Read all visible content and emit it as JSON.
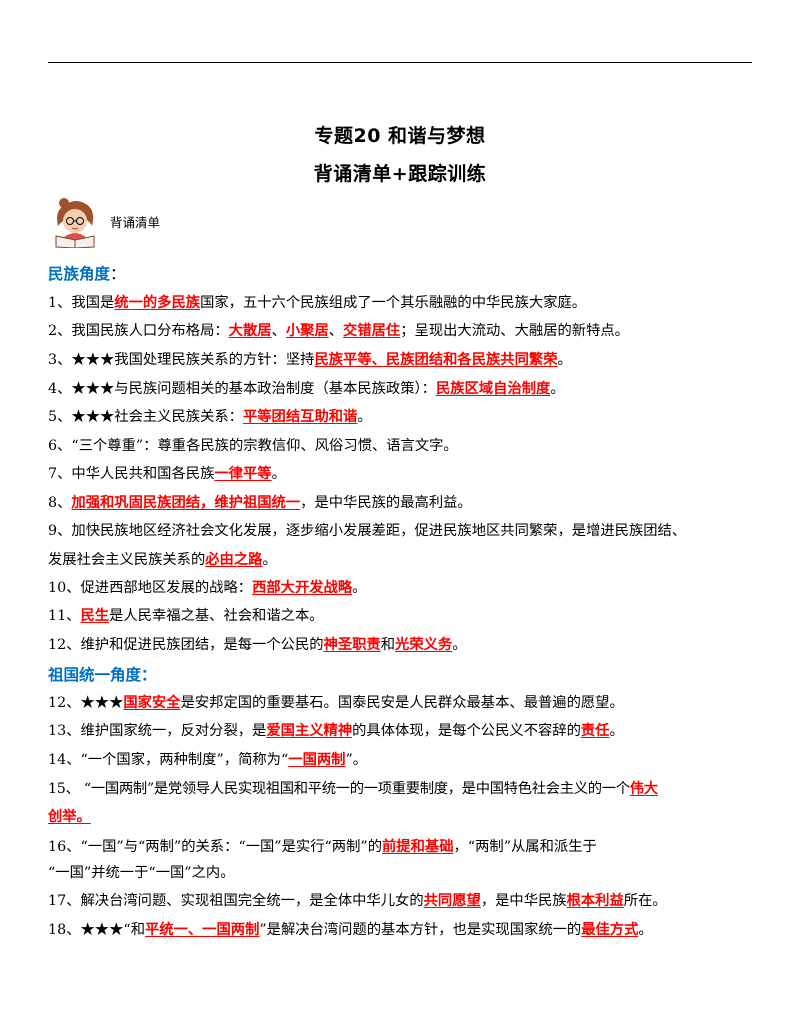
{
  "header": {
    "title_line1": "专题20  和谐与梦想",
    "title_line2": "背诵清单+跟踪训练",
    "section_tag": "背诵清单"
  },
  "sections": {
    "minzu": {
      "title": "民族角度",
      "colon": "："
    },
    "zuguo": {
      "title": "祖国统一角度："
    }
  },
  "items": {
    "l1": {
      "a": "1、我国是",
      "k1": "统一的多民族",
      "b": "国家，五十六个民族组成了一个其乐融融的中华民族大家庭。"
    },
    "l2": {
      "a": "2、我国民族人口分布格局：",
      "k1": "大散居",
      "b": "、",
      "k2": "小聚居",
      "c": "、",
      "k3": "交错居住",
      "d": "；呈现出大流动、大融居的新特点。"
    },
    "l3": {
      "a": "3、★★★我国处理民族关系的方针：坚持",
      "k1": "民族平等、民族团结和各民族共同繁荣",
      "b": "。"
    },
    "l4": {
      "a": "4、★★★与民族问题相关的基本政治制度（基本民族政策）：",
      "k1": "民族区域自治制度",
      "b": "。"
    },
    "l5": {
      "a": "5、★★★社会主义民族关系：",
      "k1": "平等团结互助和谐",
      "b": "。"
    },
    "l6": {
      "a": "6、“三个尊重”：尊重各民族的宗教信仰、风俗习惯、语言文字。"
    },
    "l7": {
      "a": "7、中华人民共和国各民族",
      "k1": "一律平等",
      "b": "。"
    },
    "l8": {
      "a": "8、",
      "k1": "加强和巩固民族团结，维护祖国统一",
      "b": "，是中华民族的最高利益。"
    },
    "l9a": {
      "a": "9、加快民族地区经济社会文化发展，逐步缩小发展差距，促进民族地区共同繁荣，是增进民族团结、"
    },
    "l9b": {
      "a": "发展社会主义民族关系的",
      "k1": "必由之路",
      "b": "。"
    },
    "l10": {
      "a": "10、促进西部地区发展的战略：",
      "k1": "西部大开发战略",
      "b": "。"
    },
    "l11": {
      "a": "11、",
      "k1": "民生",
      "b": "是人民幸福之基、社会和谐之本。"
    },
    "l12": {
      "a": "12、维护和促进民族团结，是每一个公民的",
      "k1": "神圣职责",
      "b": "和",
      "k2": "光荣义务",
      "c": "。"
    },
    "m12": {
      "a": "12、★★★",
      "k1": "国家安全",
      "b": "是安邦定国的重要基石。国泰民安是人民群众最基本、最普遍的愿望。"
    },
    "m13": {
      "a": "13、维护国家统一，反对分裂，是",
      "k1": "爱国主义精神",
      "b": "的具体体现，是每个公民义不容辞的",
      "k2": "责任",
      "c": "。"
    },
    "m14": {
      "a": "14、“一个国家，两种制度”，简称为“",
      "k1": "一国两制",
      "b": "”。"
    },
    "m15a": {
      "a": "15、  “一国两制”是党领导人民实现祖国和平统一的一项重要制度，是中国特色社会主义的一个",
      "k1": "伟大"
    },
    "m15b": {
      "k1": "创举。"
    },
    "m16a": {
      "a": "16、“一国”与“两制”的关系：“一国”是实行“两制”的",
      "k1": "前提和基础",
      "b": "，“两制”从属和派生于"
    },
    "m16b": {
      "a": "“一国”并统一于“一国”之内。"
    },
    "m17": {
      "a": "17、解决台湾问题、实现祖国完全统一，是全体中华儿女的",
      "k1": "共同愿望",
      "b": "，是中华民族",
      "k2": "根本利益",
      "c": "所在。"
    },
    "m18": {
      "a": "18、★★★“和",
      "k1": "平统一、一国两制",
      "b": "”是解决台湾问题的基本方针，也是实现国家统一的",
      "k2": "最佳方式",
      "c": "。"
    }
  },
  "colors": {
    "keyword": "#ff0000",
    "heading": "#0070c0"
  },
  "icons": {
    "mascot": "girl-reading-book-icon"
  }
}
